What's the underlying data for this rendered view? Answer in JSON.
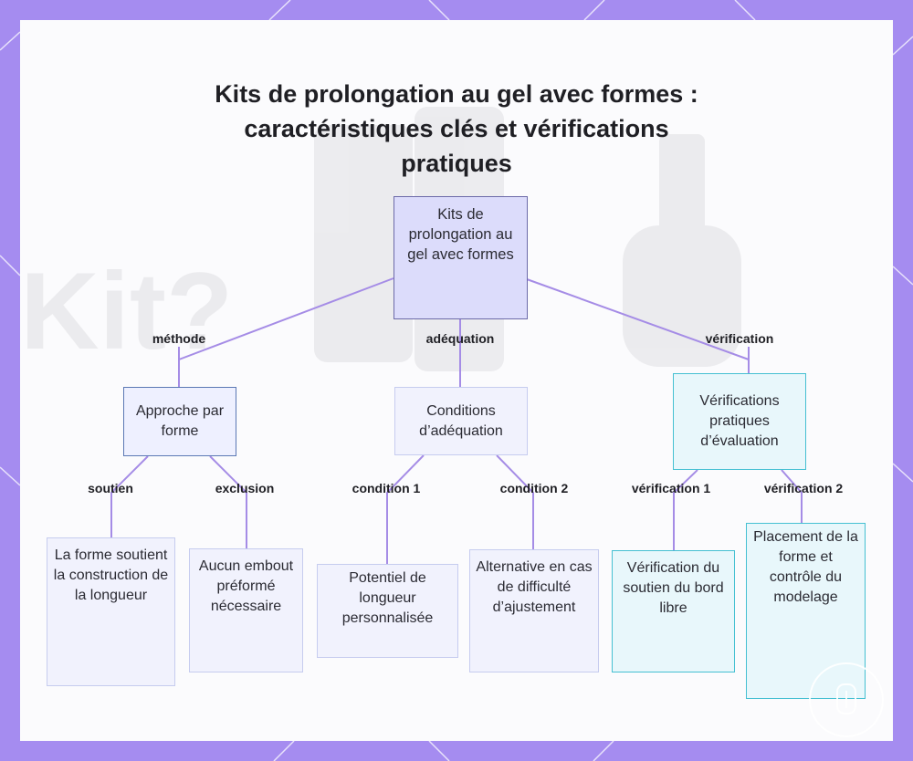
{
  "title": "Kits de prolongation au gel avec formes : caractéristiques clés et vérifications pratiques",
  "root": "Kits de prolongation au gel avec formes",
  "edges": {
    "methode": "méthode",
    "adequation": "adéquation",
    "verification": "vérification",
    "soutien": "soutien",
    "exclusion": "exclusion",
    "condition1": "condition 1",
    "condition2": "condition 2",
    "verification1": "vérification 1",
    "verification2": "vérification 2"
  },
  "branches": {
    "approche": "Approche par forme",
    "conditions": "Conditions d’adéquation",
    "verifications": "Vérifications pratiques d’évaluation"
  },
  "leaves": {
    "forme_soutient": "La forme soutient la construction de la longueur",
    "aucun_embout": "Aucun embout préformé nécessaire",
    "potentiel": "Potentiel de longueur personnalisée",
    "alternative": "Alternative en cas de difficulté d’ajustement",
    "verif_soutien": "Vérification du soutien du bord libre",
    "placement": "Placement de la forme et contrôle du modelage"
  },
  "colors": {
    "frame": "#a58cf0",
    "connector": "#a58ce6",
    "root_fill": "#dcdcfb",
    "teal_border": "#45c0d2"
  }
}
